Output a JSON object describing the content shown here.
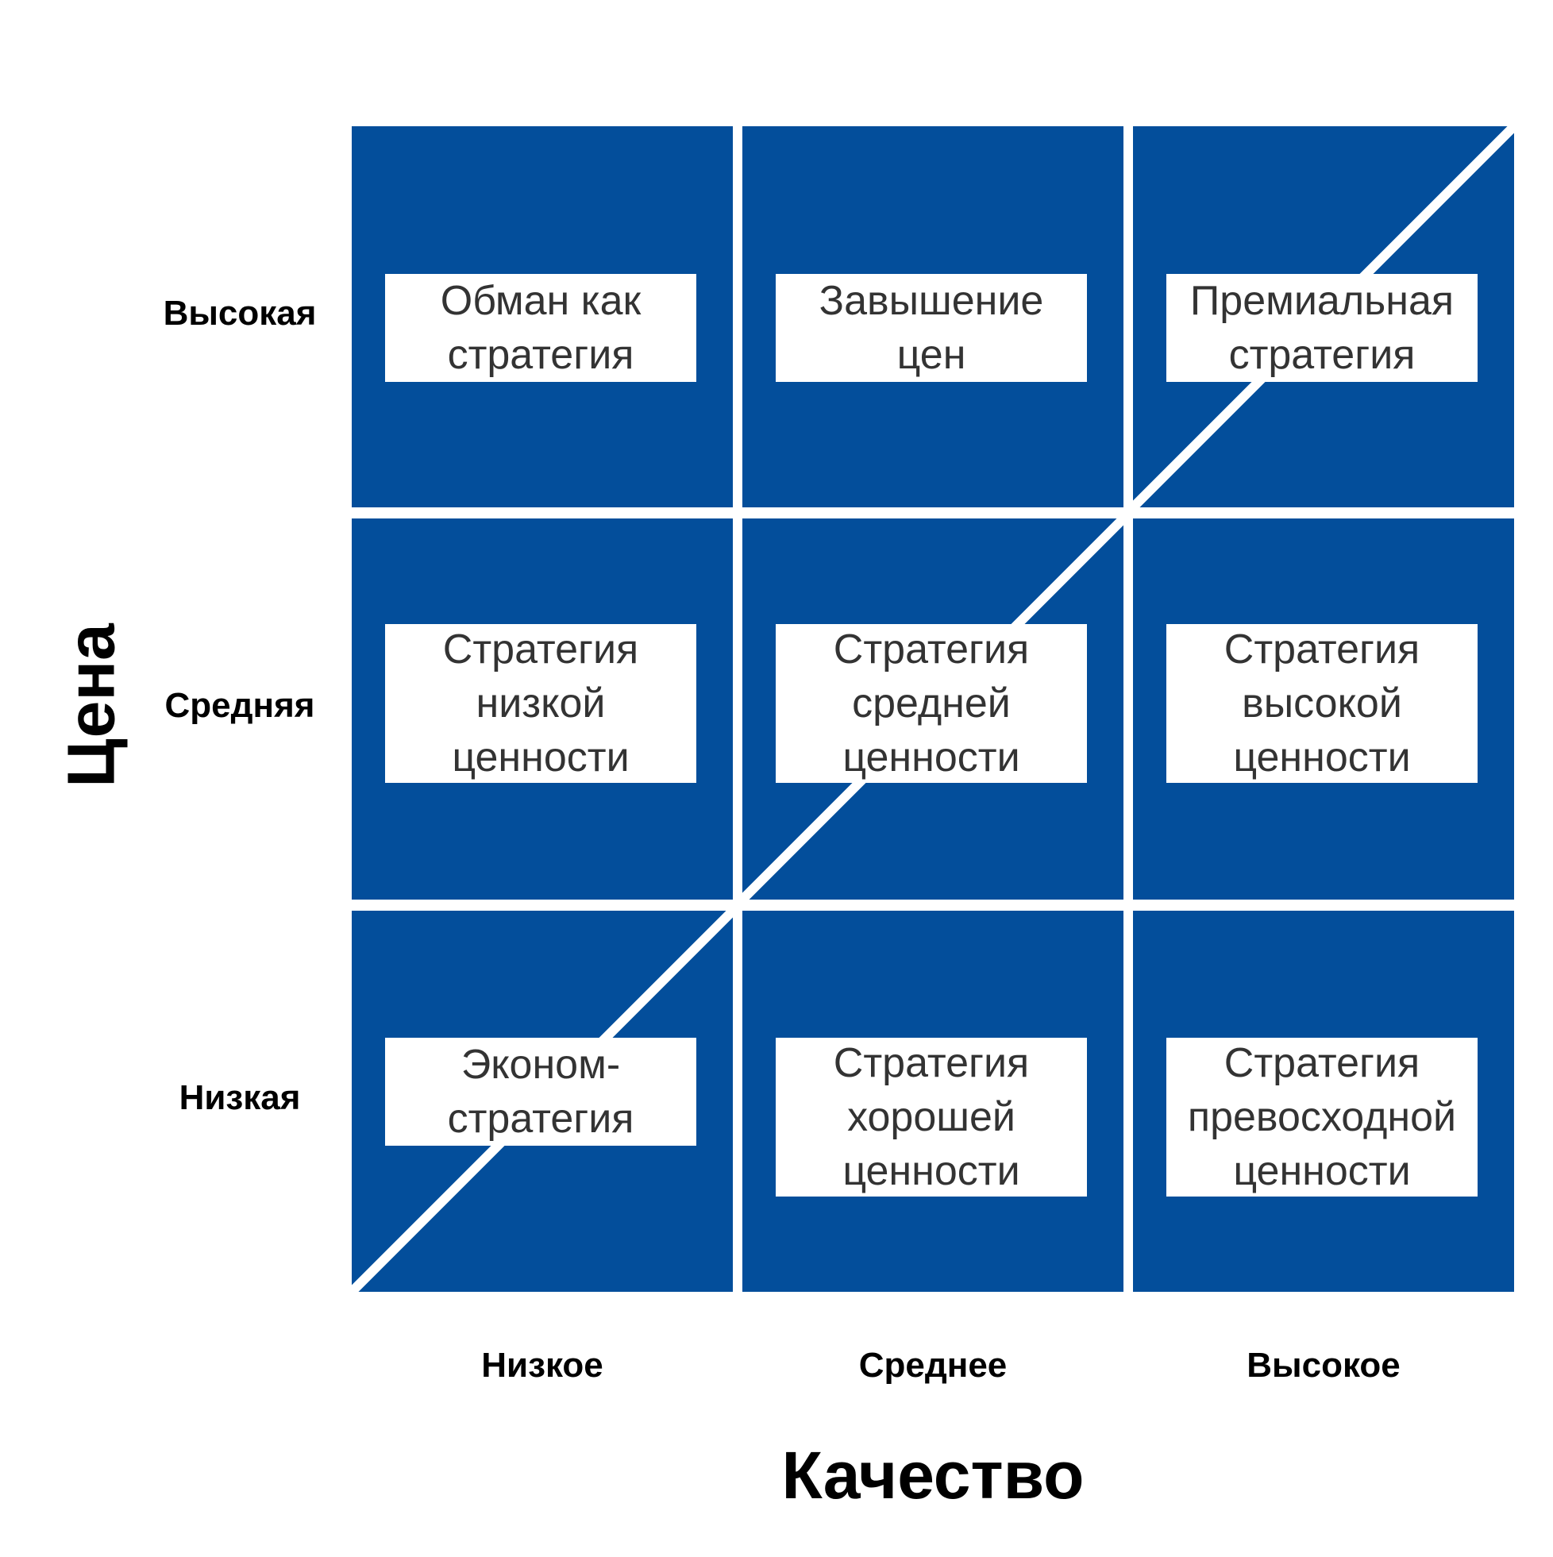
{
  "axes": {
    "x_title": "Качество",
    "y_title": "Цена",
    "columns": [
      "Низкое",
      "Среднее",
      "Высокое"
    ],
    "rows": [
      "Высокая",
      "Средняя",
      "Низкая"
    ]
  },
  "cells": [
    [
      "Обман как\nстратегия",
      "Завышение\nцен",
      "Премиальная\nстратегия"
    ],
    [
      "Стратегия\nнизкой\nценности",
      "Стратегия\nсредней\nценности",
      "Стратегия\nвысокой\nценности"
    ],
    [
      "Эконом-\nстратегия",
      "Стратегия\nхорошей\nценности",
      "Стратегия\nпревосходной\nценности"
    ]
  ],
  "colors": {
    "cell_fill": "#034e9b",
    "diagonal": "#ffffff"
  }
}
